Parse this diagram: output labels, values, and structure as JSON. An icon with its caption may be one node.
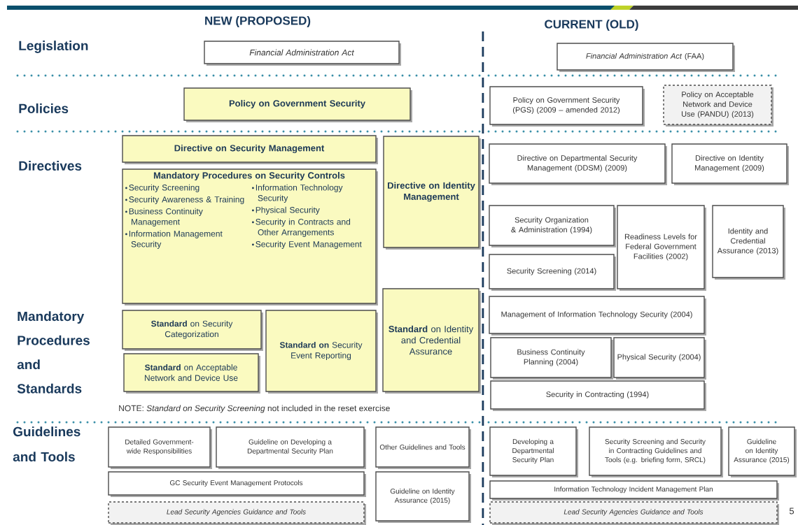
{
  "diagram": {
    "nodes": [
      {
        "text": [
          "Financial Administration Act"
        ]
      },
      {
        "text": [
          "*Financial Administration Act* (FAA)"
        ]
      },
      {
        "text": [
          "Policy on Government Security"
        ]
      },
      {
        "text": [
          "Policy on Government Security (PGS) (2009 – amended 2012)"
        ]
      },
      {
        "text": [
          "Policy on Acceptable Network and Device Use (PANDU) (2013)"
        ]
      },
      {
        "text": [
          "Directive on Security Management"
        ]
      },
      {
        "text": [
          "Mandatory Procedures on Security Controls",
          "Security Screening",
          "Security Awareness & Training",
          "Business Continuity Management",
          "Information Management Security",
          "Information Technology Security",
          "Physical Security",
          "Security in Contracts and Other Arrangements",
          "Security Event Management"
        ]
      },
      {
        "text": [
          "Directive on Identity Management"
        ]
      },
      {
        "text": [
          "Directive on Departmental Security Management (DDSM) (2009)"
        ]
      },
      {
        "text": [
          "Directive on Identity Management (2009)"
        ]
      },
      {
        "text": [
          "Security Organization & Administration (1994)"
        ]
      },
      {
        "text": [
          "Readiness Levels for Federal Government Facilities (2002)"
        ]
      },
      {
        "text": [
          "Identity and Credential Assurance (2013)"
        ]
      },
      {
        "text": [
          "Security Screening (2014)"
        ]
      },
      {
        "text": [
          "**Standard** on Security Categorization"
        ]
      },
      {
        "text": [
          "**Standard on** Security Event Reporting"
        ]
      },
      {
        "text": [
          "**Standard** on Identity and Credential Assurance"
        ]
      },
      {
        "text": [
          "**Standard** on Acceptable Network and Device Use"
        ]
      },
      {
        "text": [
          "Management of Information Technology Security (2004)"
        ]
      },
      {
        "text": [
          "Business Continuity Planning (2004)"
        ]
      },
      {
        "text": [
          "Physical Security (2004)"
        ]
      },
      {
        "text": [
          "Security in Contracting (1994)"
        ]
      },
      {
        "text": [
          "Detailed Government-wide Responsibilities"
        ]
      },
      {
        "text": [
          "Guideline on Developing a Departmental Security Plan"
        ]
      },
      {
        "text": [
          "Other Guidelines and Tools"
        ]
      },
      {
        "text": [
          "Developing a Departmental Security Plan"
        ]
      },
      {
        "text": [
          "Security Screening and Security in Contracting Guidelines and Tools (e.g. briefing form, SRCL)"
        ]
      },
      {
        "text": [
          "Guideline on Identity Assurance (2015)"
        ]
      },
      {
        "text": [
          "GC Security Event Management Protocols"
        ]
      },
      {
        "text": [
          "Guideline on Identity Assurance (2015)"
        ]
      },
      {
        "text": [
          "Lead Security Agencies Guidance and Tools"
        ]
      },
      {
        "text": [
          "Information Technology Incident Management Plan"
        ]
      },
      {
        "text": [
          "Lead Security Agencies Guidance and Tools"
        ]
      }
    ],
    "labels": [
      "NEW (PROPOSED)",
      "CURRENT (OLD)",
      "Legislation",
      "Policies",
      "Directives",
      "Mandatory Procedures and Standards",
      "Guidelines and Tools",
      "NOTE: *Standard on Security Screening* not included in the reset exercise",
      "5"
    ]
  }
}
